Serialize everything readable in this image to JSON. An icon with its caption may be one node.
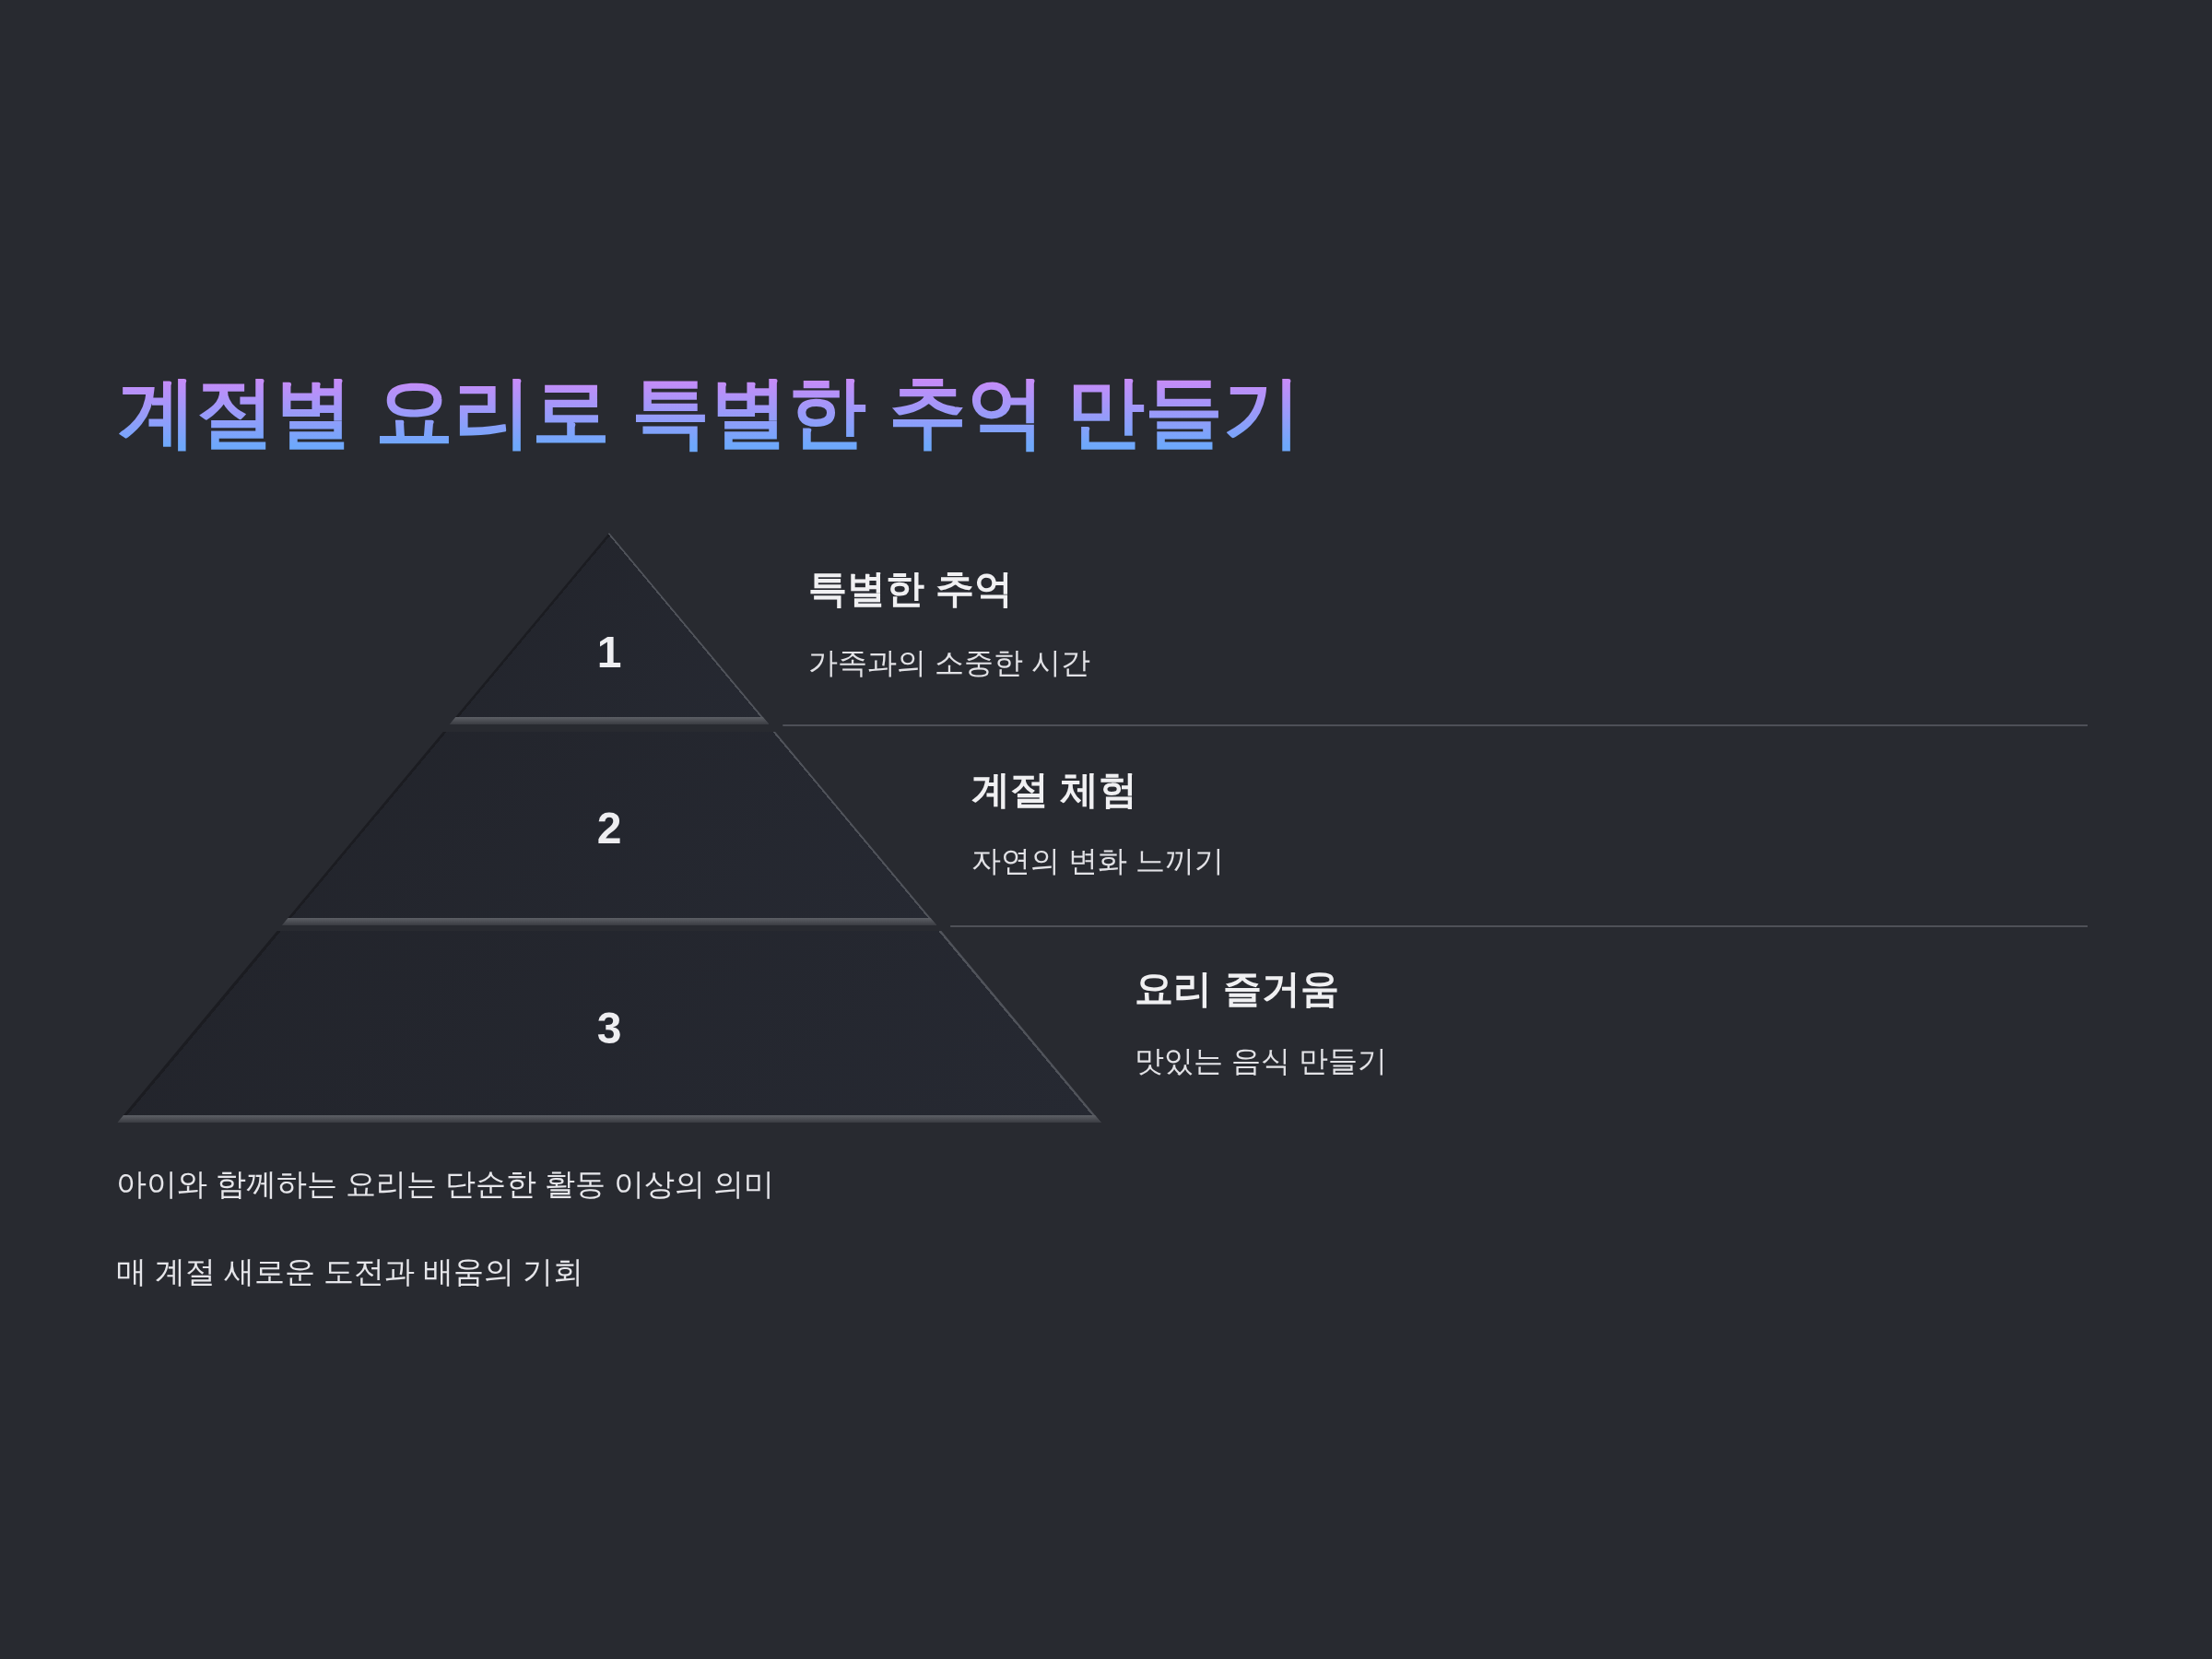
{
  "diagram": {
    "title": "계절별 요리로 특별한 추억 만들기",
    "nodes": [
      {
        "text": [
          "1"
        ],
        "beside": [
          "특별한 추억",
          "가족과의 소중한 시간"
        ]
      },
      {
        "text": [
          "2"
        ],
        "beside": [
          "계절 체험",
          "자연의 변화 느끼기"
        ]
      },
      {
        "text": [
          "3"
        ],
        "beside": [
          "요리 즐거움",
          "맛있는 음식 만들기"
        ]
      }
    ],
    "labels": [
      "아이와 함께하는 요리는 단순한 활동 이상의 의미",
      "매 계절 새로운 도전과 배움의 기회"
    ]
  }
}
